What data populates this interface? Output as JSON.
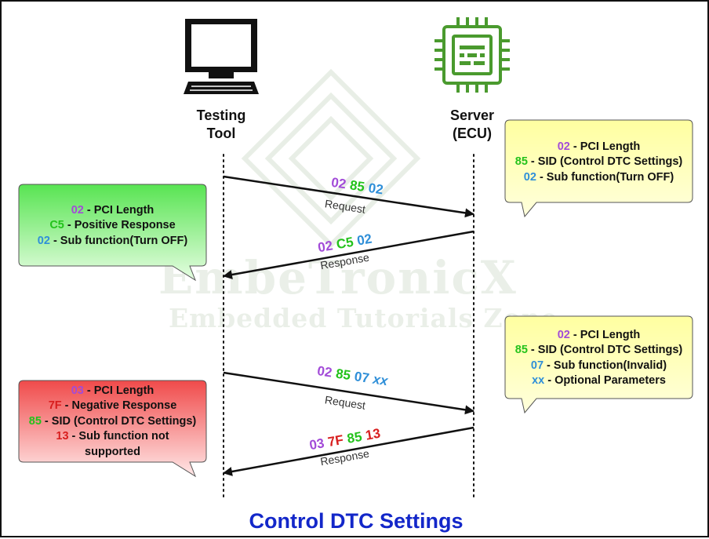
{
  "actors": {
    "tester": {
      "line1": "Testing",
      "line2": "Tool"
    },
    "server": {
      "line1": "Server",
      "line2": "(ECU)"
    }
  },
  "watermark": {
    "brand": "EmbeTronicX",
    "tagline": "Embedded Tutorials Zone"
  },
  "messages": {
    "req1": {
      "kind": "Request",
      "bytes": [
        {
          "text": "02",
          "color": "purple"
        },
        {
          "text": "85",
          "color": "green"
        },
        {
          "text": "02",
          "color": "blue"
        }
      ]
    },
    "res1": {
      "kind": "Response",
      "bytes": [
        {
          "text": "02",
          "color": "purple"
        },
        {
          "text": "C5",
          "color": "green"
        },
        {
          "text": "02",
          "color": "blue"
        }
      ]
    },
    "req2": {
      "kind": "Request",
      "bytes": [
        {
          "text": "02",
          "color": "purple"
        },
        {
          "text": "85",
          "color": "green"
        },
        {
          "text": "07",
          "color": "blue"
        },
        {
          "text": "xx",
          "color": "blue"
        }
      ]
    },
    "res2": {
      "kind": "Response",
      "bytes": [
        {
          "text": "03",
          "color": "purple"
        },
        {
          "text": "7F",
          "color": "red"
        },
        {
          "text": "85",
          "color": "green"
        },
        {
          "text": "13",
          "color": "red"
        }
      ]
    }
  },
  "notes": {
    "req1": {
      "lines": [
        [
          {
            "t": "02",
            "c": "purple"
          },
          {
            "t": " - PCI Length",
            "c": "black"
          }
        ],
        [
          {
            "t": "85",
            "c": "green"
          },
          {
            "t": " - SID (Control DTC Settings)",
            "c": "black"
          }
        ],
        [
          {
            "t": "02",
            "c": "blue"
          },
          {
            "t": " - Sub function(Turn OFF)",
            "c": "black"
          }
        ]
      ]
    },
    "res1": {
      "lines": [
        [
          {
            "t": "02",
            "c": "purple"
          },
          {
            "t": " - PCI Length",
            "c": "black"
          }
        ],
        [
          {
            "t": "C5",
            "c": "green"
          },
          {
            "t": " - Positive Response",
            "c": "black"
          }
        ],
        [
          {
            "t": "02",
            "c": "blue"
          },
          {
            "t": " - Sub function(Turn OFF)",
            "c": "black"
          }
        ]
      ]
    },
    "req2": {
      "lines": [
        [
          {
            "t": "02",
            "c": "purple"
          },
          {
            "t": " - PCI Length",
            "c": "black"
          }
        ],
        [
          {
            "t": "85",
            "c": "green"
          },
          {
            "t": " - SID (Control DTC Settings)",
            "c": "black"
          }
        ],
        [
          {
            "t": "07",
            "c": "blue"
          },
          {
            "t": " - Sub function(Invalid)",
            "c": "black"
          }
        ],
        [
          {
            "t": "xx",
            "c": "blue"
          },
          {
            "t": " - Optional Parameters",
            "c": "black"
          }
        ]
      ]
    },
    "res2": {
      "lines": [
        [
          {
            "t": "03",
            "c": "purple"
          },
          {
            "t": " - PCI Length",
            "c": "black"
          }
        ],
        [
          {
            "t": "7F",
            "c": "red"
          },
          {
            "t": " - Negative Response",
            "c": "black"
          }
        ],
        [
          {
            "t": "85",
            "c": "green"
          },
          {
            "t": " - SID (Control DTC Settings)",
            "c": "black"
          }
        ],
        [
          {
            "t": "13",
            "c": "red"
          },
          {
            "t": " - Sub function not",
            "c": "black"
          }
        ],
        [
          {
            "t": "supported",
            "c": "black"
          }
        ]
      ]
    }
  },
  "colors": {
    "purple": "#a24bd8",
    "green": "#23c21b",
    "blue": "#2f8fd8",
    "red": "#d81e1e",
    "black": "#111111",
    "note_yellow": "#ffffa8",
    "note_green": "#5ee85a",
    "note_red": "#f25a5a",
    "title": "#1327c9",
    "chip": "#4a9a2e"
  },
  "icons": {
    "tester": "computer-monitor-icon",
    "server": "microchip-icon"
  },
  "title": "Control DTC Settings"
}
